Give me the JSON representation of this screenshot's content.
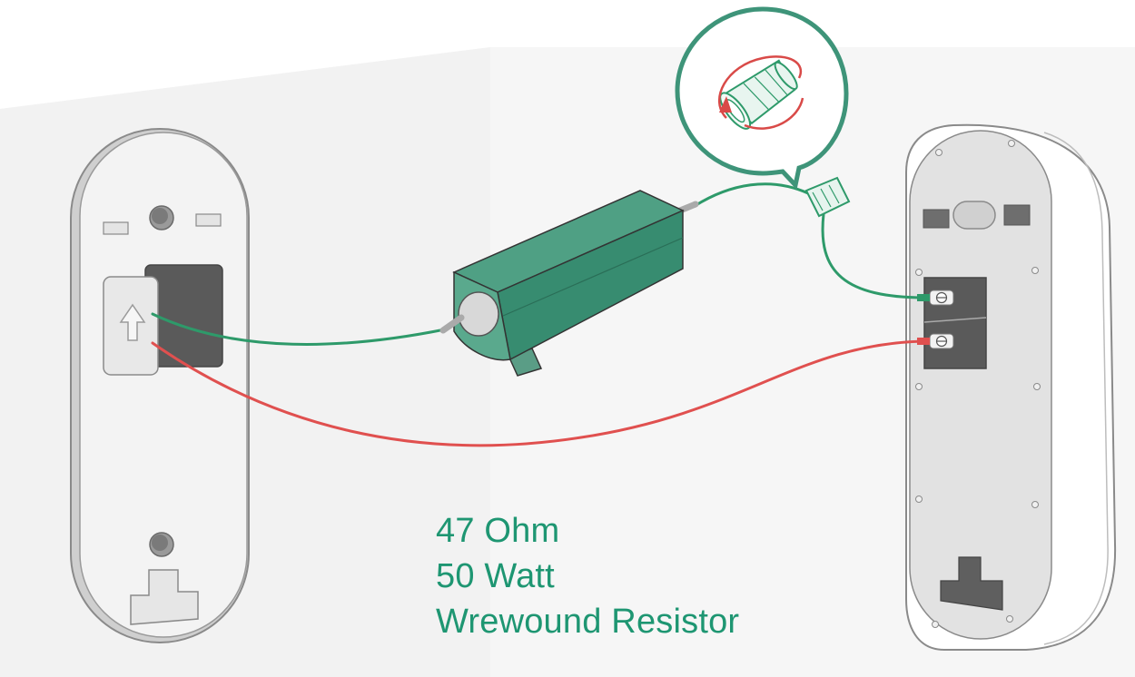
{
  "label": {
    "line1": "47 Ohm",
    "line2": "50 Watt",
    "line3": "Wrewound Resistor"
  },
  "colors": {
    "resistor_green": "#3e9479",
    "label_green": "#1e9672",
    "wire_green": "#2e9a6a",
    "wire_red": "#e0504f",
    "device_light": "#f1f1f1",
    "device_outline": "#8a8a8a",
    "terminal_dark": "#5a5a5a"
  },
  "icons": [
    "wire-nut-icon",
    "rotation-arrow-icon",
    "upload-arrow-icon"
  ]
}
